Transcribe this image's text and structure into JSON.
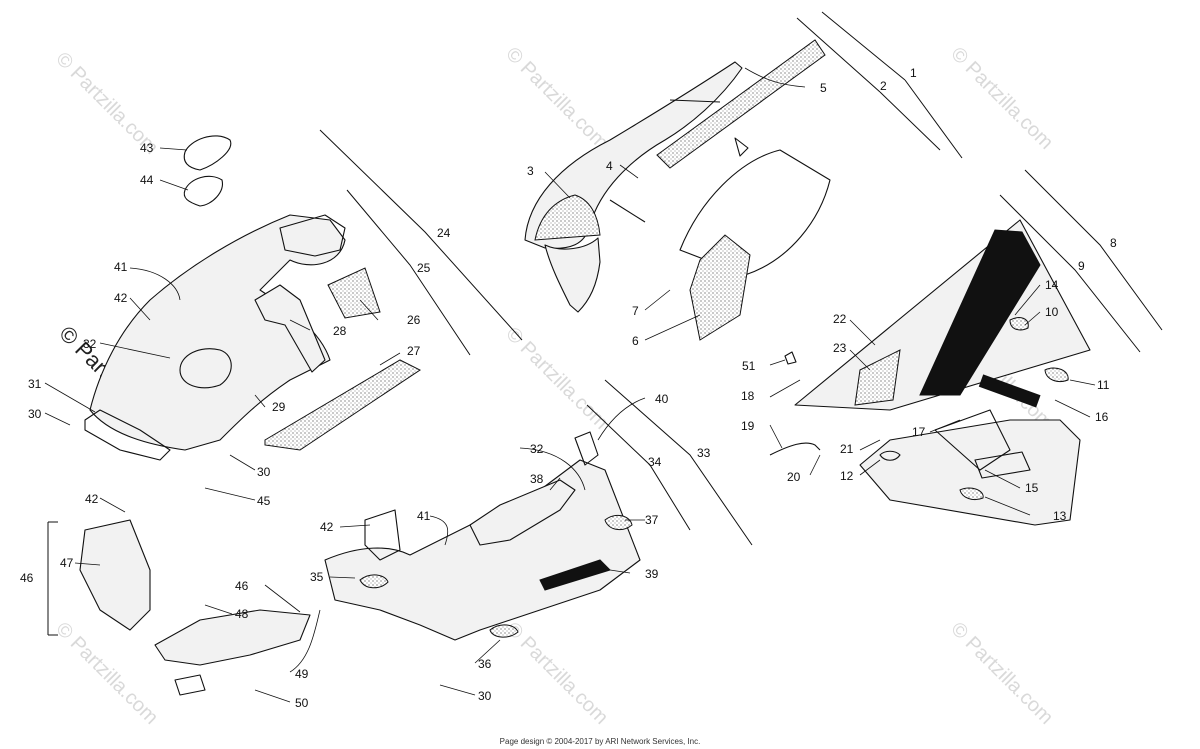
{
  "watermark": {
    "text": "© Partzilla.com"
  },
  "side_watermark": "© Partzilla.com",
  "footer": "Page design © 2004-2017 by ARI Network Services, Inc.",
  "callouts": [
    "1",
    "2",
    "3",
    "4",
    "5",
    "6",
    "7",
    "8",
    "9",
    "10",
    "11",
    "12",
    "13",
    "14",
    "15",
    "16",
    "17",
    "18",
    "19",
    "20",
    "21",
    "22",
    "23",
    "24",
    "25",
    "26",
    "27",
    "28",
    "29",
    "30",
    "30",
    "30",
    "30",
    "31",
    "32",
    "32",
    "33",
    "34",
    "35",
    "36",
    "37",
    "38",
    "39",
    "40",
    "41",
    "41",
    "42",
    "42",
    "42",
    "43",
    "44",
    "45",
    "46",
    "46",
    "47",
    "48",
    "49",
    "50",
    "51"
  ]
}
